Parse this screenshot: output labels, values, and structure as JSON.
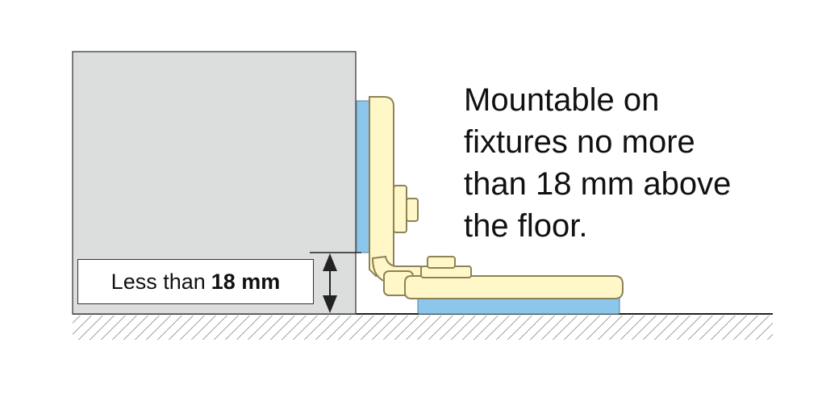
{
  "caption": {
    "lines": [
      "Mountable on",
      "fixtures no more",
      "than 18 mm above",
      "the floor."
    ]
  },
  "dimension_label": {
    "prefix": "Less than",
    "value": "18 mm"
  },
  "colors": {
    "fixture_fill": "#dcdddd",
    "bracket_fill": "#fff7c7",
    "bracket_stroke": "#8c8358",
    "pad_fill": "#8cc6ea",
    "line": "#222222"
  }
}
